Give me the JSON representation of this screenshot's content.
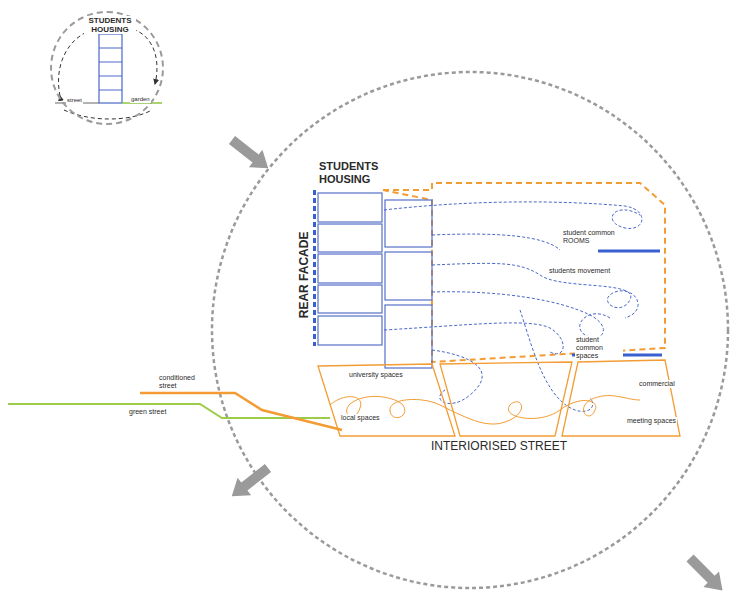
{
  "diagram": {
    "nodes": [
      {
        "text": [
          "STUDENTS HOUSING",
          "street",
          "garden"
        ]
      },
      {
        "text": [
          "STUDENTS HOUSING",
          "REAR FACADE"
        ]
      },
      {
        "text": [
          "student common ROOMS",
          "students movement",
          "student common spaces"
        ]
      },
      {
        "text": [
          "INTERIORISED STREET"
        ]
      },
      {
        "text": [
          "university spaces",
          "local spaces"
        ],
        "in": 3
      },
      {
        "text": [
          "commercial",
          "meeting spaces"
        ],
        "in": 3
      }
    ],
    "labels": [
      "conditioned street",
      "green street"
    ]
  }
}
